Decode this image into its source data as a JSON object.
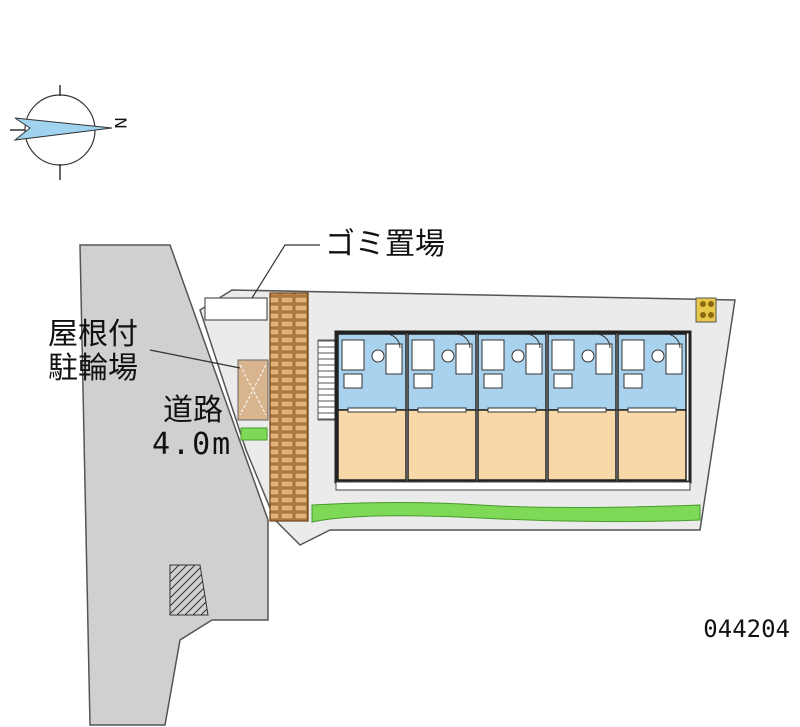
{
  "labels": {
    "garbage": "ゴミ置場",
    "bike_line1": "屋根付",
    "bike_line2": "駐輪場",
    "road_line1": "道路",
    "road_line2": "4.0m",
    "compass_n": "N",
    "property_code": "044204"
  },
  "units": {
    "count": 5
  },
  "colors": {
    "road": "#cfcfcf",
    "site": "#e9e9e9",
    "brick": "#b77a3a",
    "wet_area": "#a9d2ee",
    "room": "#f8d7a8",
    "hedge": "#7ed957",
    "bike": "#d8b48f",
    "compass": "#9fd3ef"
  }
}
